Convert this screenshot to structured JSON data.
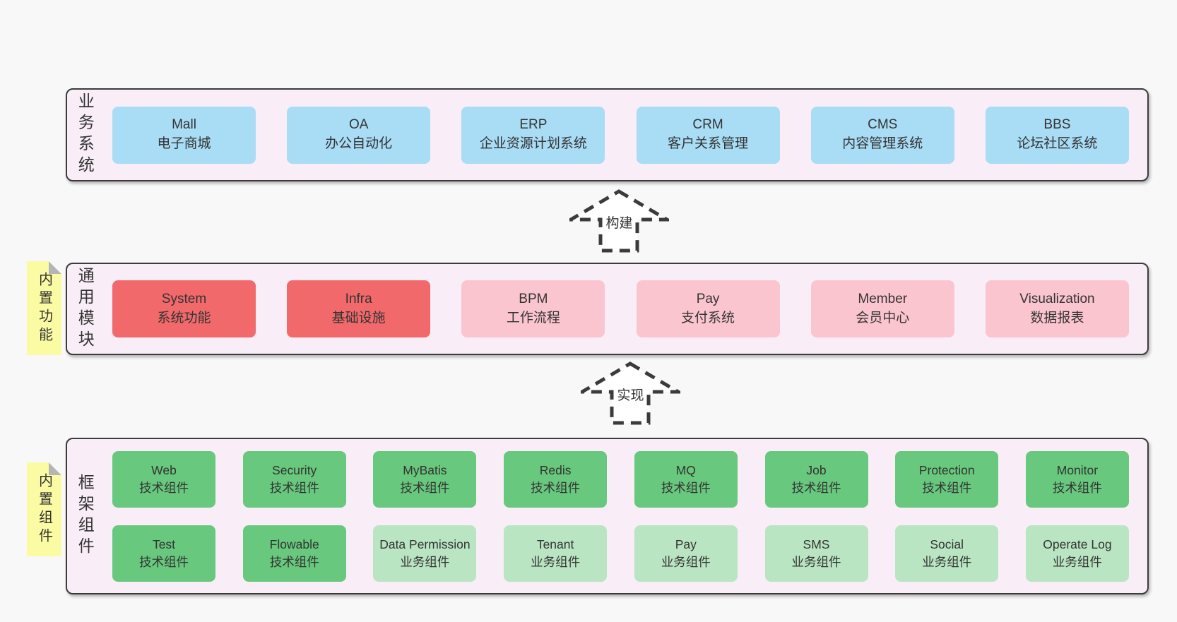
{
  "colors": {
    "page_bg": "#f8f8f8",
    "panel_bg": "#f9eef7",
    "panel_border": "#3b3b3b",
    "text": "#333333",
    "blue": "#a9dcf5",
    "red": "#f2696c",
    "pink": "#fbc5cf",
    "green": "#68c87d",
    "light_green": "#bae5c3",
    "note_bg": "#fbfba3",
    "note_fold": "#b5b5b5"
  },
  "arrows": [
    {
      "label": "构建"
    },
    {
      "label": "实现"
    }
  ],
  "sections": [
    {
      "id": "business",
      "label": "业务系统",
      "note": null,
      "rows": [
        [
          {
            "title": "Mall",
            "subtitle": "电子商城",
            "variant": "blue"
          },
          {
            "title": "OA",
            "subtitle": "办公自动化",
            "variant": "blue"
          },
          {
            "title": "ERP",
            "subtitle": "企业资源计划系统",
            "variant": "blue"
          },
          {
            "title": "CRM",
            "subtitle": "客户关系管理",
            "variant": "blue"
          },
          {
            "title": "CMS",
            "subtitle": "内容管理系统",
            "variant": "blue"
          },
          {
            "title": "BBS",
            "subtitle": "论坛社区系统",
            "variant": "blue"
          }
        ]
      ]
    },
    {
      "id": "modules",
      "label": "通用模块",
      "note": "内置功能",
      "rows": [
        [
          {
            "title": "System",
            "subtitle": "系统功能",
            "variant": "red"
          },
          {
            "title": "Infra",
            "subtitle": "基础设施",
            "variant": "red"
          },
          {
            "title": "BPM",
            "subtitle": "工作流程",
            "variant": "pink"
          },
          {
            "title": "Pay",
            "subtitle": "支付系统",
            "variant": "pink"
          },
          {
            "title": "Member",
            "subtitle": "会员中心",
            "variant": "pink"
          },
          {
            "title": "Visualization",
            "subtitle": "数据报表",
            "variant": "pink"
          }
        ]
      ]
    },
    {
      "id": "framework",
      "label": "框架组件",
      "note": "内置组件",
      "rows": [
        [
          {
            "title": "Web",
            "subtitle": "技术组件",
            "variant": "green"
          },
          {
            "title": "Security",
            "subtitle": "技术组件",
            "variant": "green"
          },
          {
            "title": "MyBatis",
            "subtitle": "技术组件",
            "variant": "green"
          },
          {
            "title": "Redis",
            "subtitle": "技术组件",
            "variant": "green"
          },
          {
            "title": "MQ",
            "subtitle": "技术组件",
            "variant": "green"
          },
          {
            "title": "Job",
            "subtitle": "技术组件",
            "variant": "green"
          },
          {
            "title": "Protection",
            "subtitle": "技术组件",
            "variant": "green"
          },
          {
            "title": "Monitor",
            "subtitle": "技术组件",
            "variant": "green"
          }
        ],
        [
          {
            "title": "Test",
            "subtitle": "技术组件",
            "variant": "green"
          },
          {
            "title": "Flowable",
            "subtitle": "技术组件",
            "variant": "green"
          },
          {
            "title": "Data Permission",
            "subtitle": "业务组件",
            "variant": "light_green"
          },
          {
            "title": "Tenant",
            "subtitle": "业务组件",
            "variant": "light_green"
          },
          {
            "title": "Pay",
            "subtitle": "业务组件",
            "variant": "light_green"
          },
          {
            "title": "SMS",
            "subtitle": "业务组件",
            "variant": "light_green"
          },
          {
            "title": "Social",
            "subtitle": "业务组件",
            "variant": "light_green"
          },
          {
            "title": "Operate Log",
            "subtitle": "业务组件",
            "variant": "light_green"
          }
        ]
      ]
    }
  ]
}
